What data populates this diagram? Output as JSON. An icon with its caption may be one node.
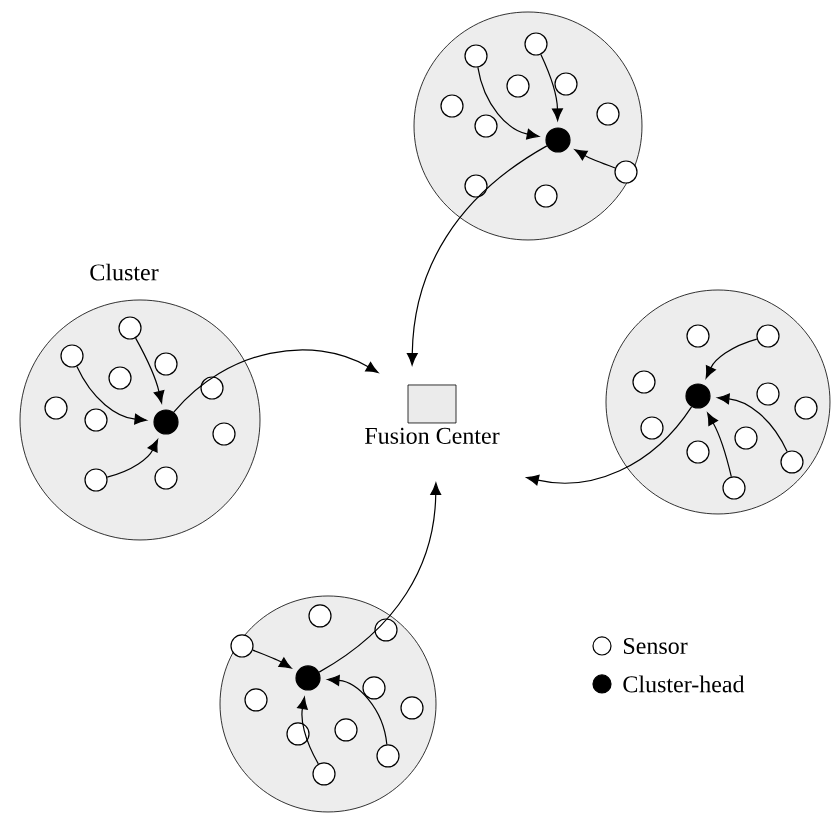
{
  "diagram": {
    "nodes": [
      {
        "text": [],
        "shape": "circle"
      },
      {
        "text": [],
        "shape": "dot",
        "in": 0
      },
      {
        "text": [],
        "shape": "circle",
        "in": 0
      },
      {
        "text": [],
        "shape": "circle",
        "in": 0
      },
      {
        "text": [],
        "shape": "circle",
        "in": 0
      },
      {
        "text": [],
        "shape": "circle",
        "in": 0
      },
      {
        "text": [],
        "shape": "circle",
        "in": 0
      },
      {
        "text": [],
        "shape": "circle",
        "in": 0
      },
      {
        "text": [],
        "shape": "circle",
        "in": 0
      },
      {
        "text": [],
        "shape": "circle",
        "in": 0
      },
      {
        "text": [],
        "shape": "circle",
        "in": 0
      },
      {
        "text": [],
        "shape": "circle",
        "in": 0
      },
      {
        "text": [
          "Cluster"
        ]
      },
      {
        "text": [],
        "shape": "dot",
        "in": 12
      },
      {
        "text": [],
        "shape": "circle",
        "in": 12
      },
      {
        "text": [],
        "shape": "circle",
        "in": 12
      },
      {
        "text": [],
        "shape": "circle",
        "in": 12
      },
      {
        "text": [],
        "shape": "circle",
        "in": 12
      },
      {
        "text": [],
        "shape": "circle",
        "in": 12
      },
      {
        "text": [],
        "shape": "circle",
        "in": 12
      },
      {
        "text": [],
        "shape": "circle",
        "in": 12
      },
      {
        "text": [],
        "shape": "circle",
        "in": 12
      },
      {
        "text": [],
        "shape": "circle",
        "in": 12
      },
      {
        "text": [],
        "shape": "circle",
        "in": 12
      },
      {
        "text": [
          "Fusion Center"
        ]
      },
      {
        "text": [],
        "shape": "circle"
      },
      {
        "text": [],
        "shape": "dot",
        "in": 25
      },
      {
        "text": [],
        "shape": "circle",
        "in": 25
      },
      {
        "text": [],
        "shape": "circle",
        "in": 25
      },
      {
        "text": [],
        "shape": "circle",
        "in": 25
      },
      {
        "text": [],
        "shape": "circle",
        "in": 25
      },
      {
        "text": [],
        "shape": "circle",
        "in": 25
      },
      {
        "text": [],
        "shape": "circle",
        "in": 25
      },
      {
        "text": [],
        "shape": "circle",
        "in": 25
      },
      {
        "text": [],
        "shape": "circle",
        "in": 25
      },
      {
        "text": [],
        "shape": "circle",
        "in": 25
      },
      {
        "text": [],
        "shape": "circle",
        "in": 25
      },
      {
        "text": [],
        "shape": "circle"
      },
      {
        "text": [],
        "shape": "dot",
        "in": 37
      },
      {
        "text": [],
        "shape": "circle",
        "in": 37
      },
      {
        "text": [],
        "shape": "circle",
        "in": 37
      },
      {
        "text": [],
        "shape": "circle",
        "in": 37
      },
      {
        "text": [],
        "shape": "circle",
        "in": 37
      },
      {
        "text": [],
        "shape": "circle",
        "in": 37
      },
      {
        "text": [],
        "shape": "circle",
        "in": 37
      },
      {
        "text": [],
        "shape": "circle",
        "in": 37
      },
      {
        "text": [],
        "shape": "circle",
        "in": 37
      },
      {
        "text": [],
        "shape": "circle",
        "in": 37
      },
      {
        "text": [],
        "shape": "circle",
        "in": 37
      }
    ],
    "edges": [
      {
        "from": 3,
        "to": 1,
        "arrow": "to"
      },
      {
        "from": 2,
        "to": 1,
        "arrow": "to"
      },
      {
        "from": 9,
        "to": 1,
        "arrow": "to"
      },
      {
        "from": 1,
        "to": 24,
        "arrow": "to"
      },
      {
        "from": 14,
        "to": 13,
        "arrow": "to"
      },
      {
        "from": 15,
        "to": 13,
        "arrow": "to"
      },
      {
        "from": 23,
        "to": 13,
        "arrow": "to"
      },
      {
        "from": 13,
        "to": 24,
        "arrow": "to"
      },
      {
        "from": 28,
        "to": 26,
        "arrow": "to"
      },
      {
        "from": 35,
        "to": 26,
        "arrow": "to"
      },
      {
        "from": 36,
        "to": 26,
        "arrow": "to"
      },
      {
        "from": 26,
        "to": 24,
        "arrow": "to"
      },
      {
        "from": 41,
        "to": 38,
        "arrow": "to"
      },
      {
        "from": 47,
        "to": 38,
        "arrow": "to"
      },
      {
        "from": 48,
        "to": 38,
        "arrow": "to"
      },
      {
        "from": 38,
        "to": 24,
        "arrow": "to"
      }
    ],
    "legend": [
      {
        "text": "Sensor"
      },
      {
        "text": "Cluster-head"
      }
    ]
  }
}
